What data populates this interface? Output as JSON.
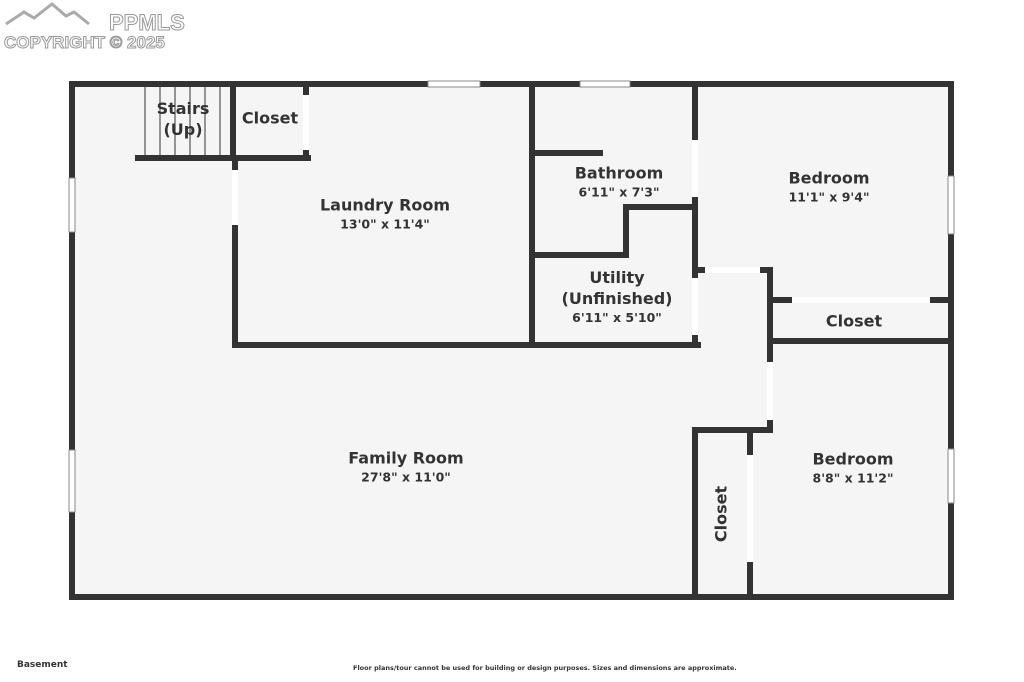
{
  "watermark": {
    "brand": "PPMLS",
    "copyright": "COPYRIGHT © 2025"
  },
  "floor_label": "Basement",
  "disclaimer": "Floor plans/tour cannot be used for building or design purposes. Sizes and dimensions are approximate.",
  "rooms": [
    {
      "name": "Stairs (Up)",
      "dims": ""
    },
    {
      "name": "Closet",
      "dims": ""
    },
    {
      "name": "Laundry Room",
      "dims": "13'0\" x 11'4\""
    },
    {
      "name": "Bathroom",
      "dims": "6'11\" x 7'3\""
    },
    {
      "name": "Bedroom",
      "dims": "11'1\" x 9'4\""
    },
    {
      "name": "Utility (Unfinished)",
      "dims": "6'11\" x 5'10\""
    },
    {
      "name": "Closet",
      "dims": ""
    },
    {
      "name": "Family Room",
      "dims": "27'8\" x 11'0\""
    },
    {
      "name": "Bedroom",
      "dims": "8'8\" x 11'2\""
    },
    {
      "name": "Closet",
      "dims": ""
    }
  ],
  "colors": {
    "wall": "#333333",
    "floor": "#f5f5f5"
  }
}
